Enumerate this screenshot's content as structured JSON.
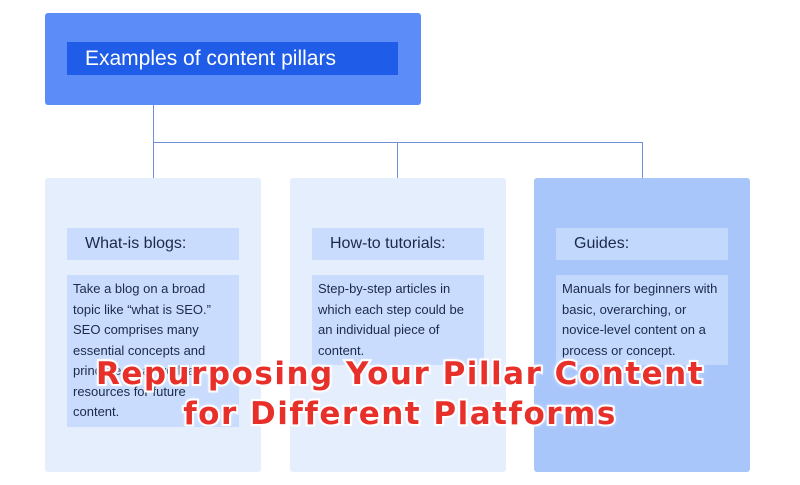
{
  "diagram": {
    "root_label": "Examples of content pillars",
    "pillars": [
      {
        "title": "What-is blogs:",
        "description": "Take a blog on a broad topic like “what is SEO.” SEO comprises many essential concepts and principles that work as resources for future content."
      },
      {
        "title": "How-to tutorials:",
        "description": "Step-by-step articles in which each step could be an individual piece of content."
      },
      {
        "title": "Guides:",
        "description": "Manuals for beginners with basic, overarching, or novice-level content on a process or concept."
      }
    ]
  },
  "overlay": {
    "line1": "Repurposing Your Pillar Content",
    "line2": "for Different Platforms"
  },
  "colors": {
    "root_box": "#5b8cf8",
    "root_label": "#1f5de8",
    "card_light": "#e5eefd",
    "card_dark": "#a9c6fb",
    "overlay_text": "#e8302b"
  }
}
